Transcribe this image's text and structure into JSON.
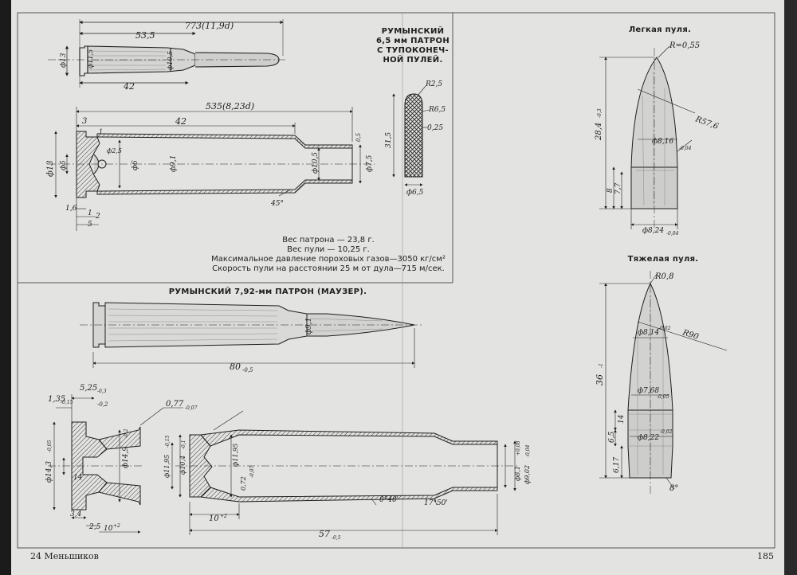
{
  "left_page": {
    "title_65": [
      "РУМЫНСКИЙ",
      "6,5 мм ПАТРОН",
      "С ТУПОКОНЕЧ-",
      "НОЙ ПУЛЕЙ."
    ],
    "title_792": "РУМЫНСКИЙ 7,92-мм ПАТРОН (МАУЗЕР).",
    "specs": [
      "Вес патрона — 23,8 г.",
      "Вес пули — 10,25 г.",
      "Максимальное давление пороховых газов—3050 кг/см²",
      "Скорость пули на расстоянии 25 м от дула—715 м/сек."
    ],
    "dims_65_outline": {
      "total": "773(11,9d)",
      "body": "53,5",
      "d13": "ф13",
      "d115": "ф11,5",
      "d105": "ф10,5",
      "l42": "42"
    },
    "dims_65_section": {
      "total": "535(8,23d)",
      "l42": "42",
      "l3": "3",
      "l1": "1",
      "d13": "ф13",
      "d5": "ф5",
      "d25": "ф2,5",
      "d6": "ф6",
      "d91": "ф9,1",
      "d105": "ф10,5",
      "d75": "ф7,5",
      "e16": "1,6",
      "e1": "1",
      "e2": "2",
      "e5": "5",
      "angle": "45°",
      "wall": "0,5"
    },
    "dims_65_bullet": {
      "r25": "R2,5",
      "r65": "R6,5",
      "h315": "31,5",
      "t025": "0,25",
      "d65": "ф6,5"
    },
    "dims_792_outline": {
      "d91": "ф9,1",
      "length": "80",
      "length_tol": "-0,5"
    },
    "dims_792_head": {
      "t135": "1,35",
      "t015": "-0,15",
      "t525": "5,25",
      "t03": "-0,3",
      "t02": "-0,2",
      "d143": "ф14,3",
      "d005": "-0,05",
      "d149": "ф14,9",
      "d02": "-0,2",
      "d14": "14",
      "t077": "0,77",
      "t007": "-0,07",
      "t34": "3,4",
      "t25": "2,5",
      "t10": "10",
      "t10tol": "+2"
    },
    "dims_792_section": {
      "d1195a": "ф11,95",
      "d1195b": "ф11,95",
      "d104": "ф10,4",
      "d072": "0,72",
      "tol015": "-0,15",
      "tol01": "-0,1",
      "tol007": "-0,07",
      "d81": "ф8,1",
      "d81tol": "+0,08",
      "d902": "ф9,02",
      "d902tol": "-0,04",
      "angle1": "0°40'",
      "angle2": "17°50'",
      "l10": "10",
      "l10tol": "+2",
      "l57": "57",
      "l57tol": "-0,5"
    },
    "footer": "24  Меньшиков"
  },
  "right_page": {
    "light_title": "Легкая пуля.",
    "heavy_title": "Тяжелая пуля.",
    "light_dims": {
      "r055": "R=0,55",
      "r576": "R57,6",
      "h284": "28,4",
      "h284tol": "-0,3",
      "d816": "ф8,16",
      "t004": "-0,04",
      "h8": "8",
      "h77": "7,7",
      "d824": "ф8,24",
      "d824tol": "-0,04"
    },
    "heavy_dims": {
      "r08": "R0,8",
      "r90": "R90",
      "h36": "36",
      "h36tol": "-1",
      "d814": "ф8,14",
      "t002": "-0,02",
      "d768": "ф7,68",
      "t005": "-0,05",
      "h14": "14",
      "h65": "6,5",
      "h617": "6,17",
      "d822": "ф8,22",
      "d822tol": "-0,02",
      "a8": "8°"
    },
    "page_number": "185"
  },
  "colors": {
    "paper": "#e3e3e1",
    "ink": "#1e1e1e",
    "hatch": "#3a3a3a"
  }
}
